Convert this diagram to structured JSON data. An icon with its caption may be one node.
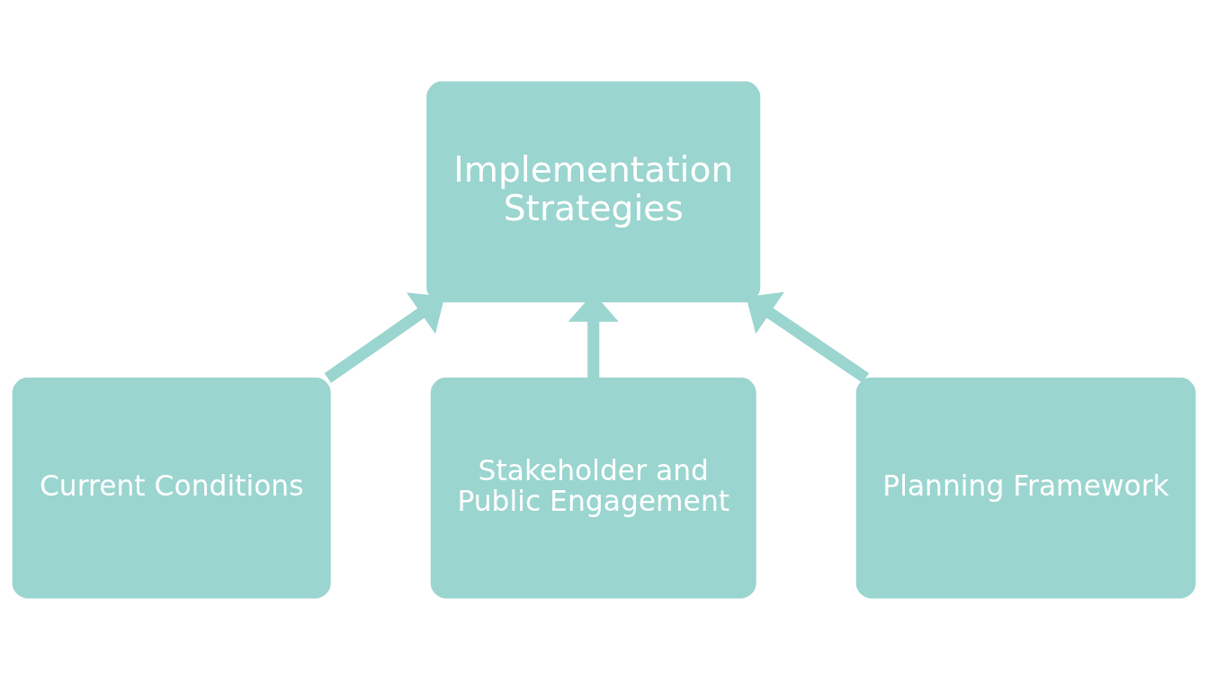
{
  "diagram": {
    "nodes": [
      {
        "text": [
          "Implementation Strategies"
        ]
      },
      {
        "text": [
          "Current Conditions"
        ]
      },
      {
        "text": [
          "Stakeholder and Public Engagement"
        ]
      },
      {
        "text": [
          "Planning Framework"
        ]
      }
    ],
    "edges": [
      {
        "from": 1,
        "to": 0,
        "arrow": "to"
      },
      {
        "from": 2,
        "to": 0,
        "arrow": "to"
      },
      {
        "from": 3,
        "to": 0,
        "arrow": "to"
      }
    ]
  }
}
